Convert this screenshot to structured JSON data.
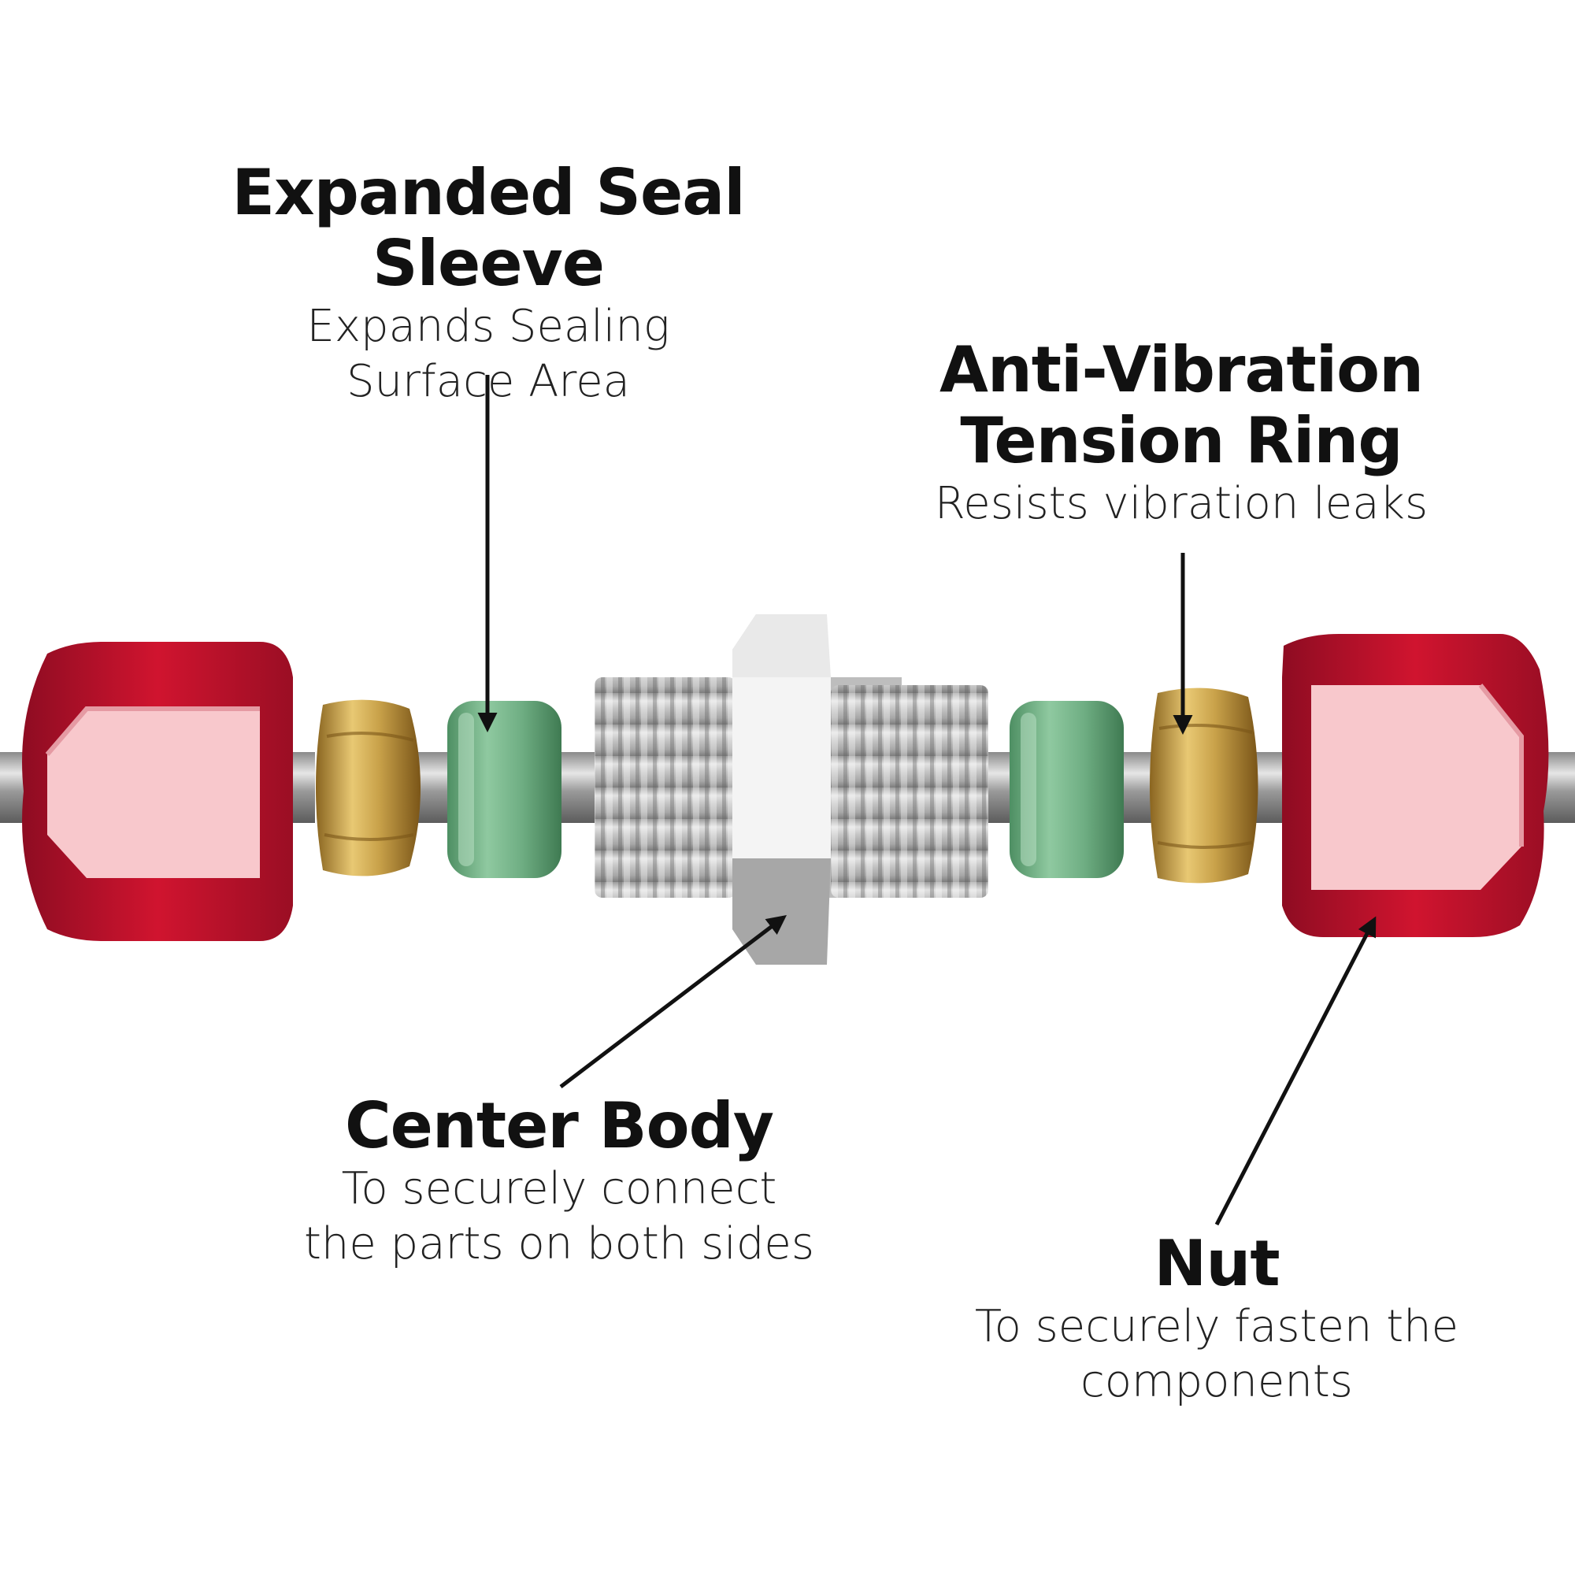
{
  "labels": {
    "seal_sleeve": {
      "title": "Expanded Seal Sleeve",
      "desc_line1": "Expands Sealing",
      "desc_line2": "Surface Area"
    },
    "tension_ring": {
      "title_line1": "Anti-Vibration",
      "title_line2": "Tension Ring",
      "desc_line1": "Resists vibration leaks"
    },
    "center_body": {
      "title": "Center Body",
      "desc_line1": "To securely connect",
      "desc_line2": "the parts on both sides"
    },
    "nut": {
      "title": "Nut",
      "desc_line1": "To securely fasten the",
      "desc_line2": "components"
    }
  },
  "colors": {
    "nut_red": "#c8102e",
    "nut_face": "#f8c8cc",
    "brass": "#c9a24a",
    "seal_green": "#6fae83",
    "steel": "#b9b9b9",
    "arrow": "#111111",
    "text": "#111111"
  }
}
